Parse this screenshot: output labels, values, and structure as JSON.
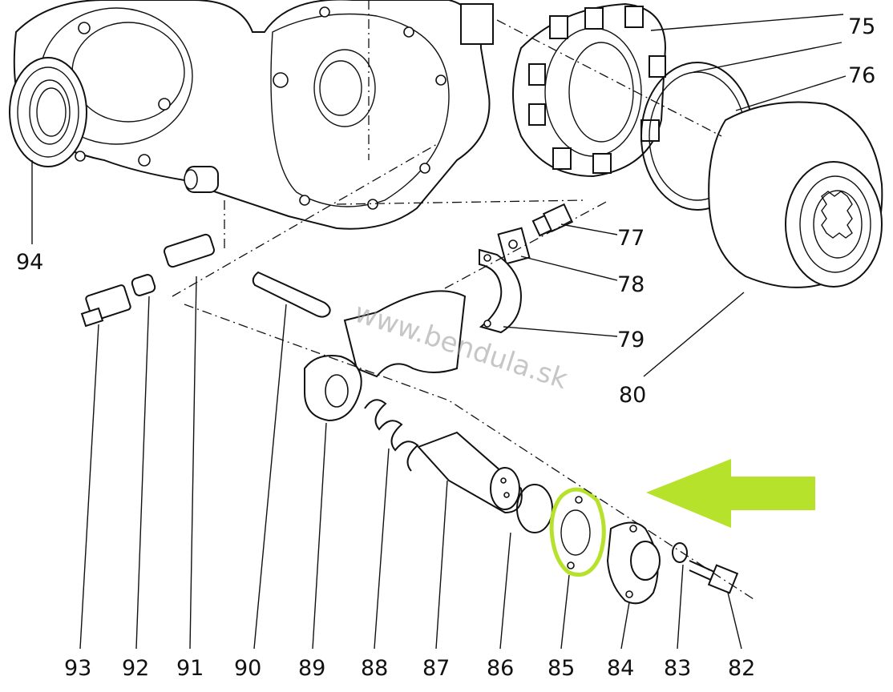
{
  "watermark": "www.bendula.sk",
  "parts": [
    {
      "ref": "75",
      "label": "75"
    },
    {
      "ref": "76",
      "label": "76"
    },
    {
      "ref": "77",
      "label": "77"
    },
    {
      "ref": "78",
      "label": "78"
    },
    {
      "ref": "79",
      "label": "79"
    },
    {
      "ref": "80",
      "label": "80"
    },
    {
      "ref": "82",
      "label": "82"
    },
    {
      "ref": "83",
      "label": "83"
    },
    {
      "ref": "84",
      "label": "84"
    },
    {
      "ref": "85",
      "label": "85"
    },
    {
      "ref": "86",
      "label": "86"
    },
    {
      "ref": "87",
      "label": "87"
    },
    {
      "ref": "88",
      "label": "88"
    },
    {
      "ref": "89",
      "label": "89"
    },
    {
      "ref": "90",
      "label": "90"
    },
    {
      "ref": "91",
      "label": "91"
    },
    {
      "ref": "92",
      "label": "92"
    },
    {
      "ref": "93",
      "label": "93"
    },
    {
      "ref": "94",
      "label": "94"
    }
  ],
  "highlight": {
    "part": "85",
    "color": "#b6e22c",
    "arrow_color": "#b6e22c"
  },
  "colors": {
    "line": "#111111",
    "background": "#ffffff",
    "watermark": "#999999"
  }
}
